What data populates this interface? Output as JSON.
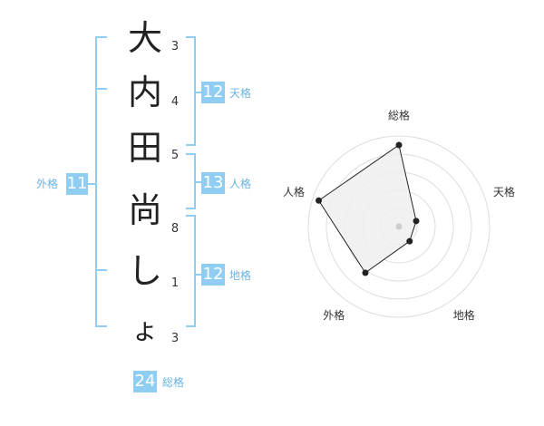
{
  "name_chars": [
    {
      "char": "大",
      "strokes": "3"
    },
    {
      "char": "内",
      "strokes": "4"
    },
    {
      "char": "田",
      "strokes": "5"
    },
    {
      "char": "尚",
      "strokes": "8"
    },
    {
      "char": "し",
      "strokes": "1"
    },
    {
      "char": "ょ",
      "strokes": "3"
    }
  ],
  "scores": {
    "tenkaku": {
      "label": "天格",
      "value": "12"
    },
    "jinkaku": {
      "label": "人格",
      "value": "13"
    },
    "chikaku": {
      "label": "地格",
      "value": "12"
    },
    "gaikaku": {
      "label": "外格",
      "value": "11"
    },
    "soukaku": {
      "label": "総格",
      "value": "24"
    }
  },
  "chart_data": {
    "type": "radar",
    "axes": [
      "総格",
      "天格",
      "地格",
      "外格",
      "人格"
    ],
    "values": [
      0.9,
      0.2,
      0.2,
      0.63,
      0.93
    ],
    "range": [
      0,
      1
    ],
    "rings": 5,
    "series_color": "#222222",
    "fill_color": "#eeeeee",
    "grid_color": "#dddddd"
  },
  "colors": {
    "accent": "#8fcdf3",
    "accent_text": "#69b3e3"
  }
}
